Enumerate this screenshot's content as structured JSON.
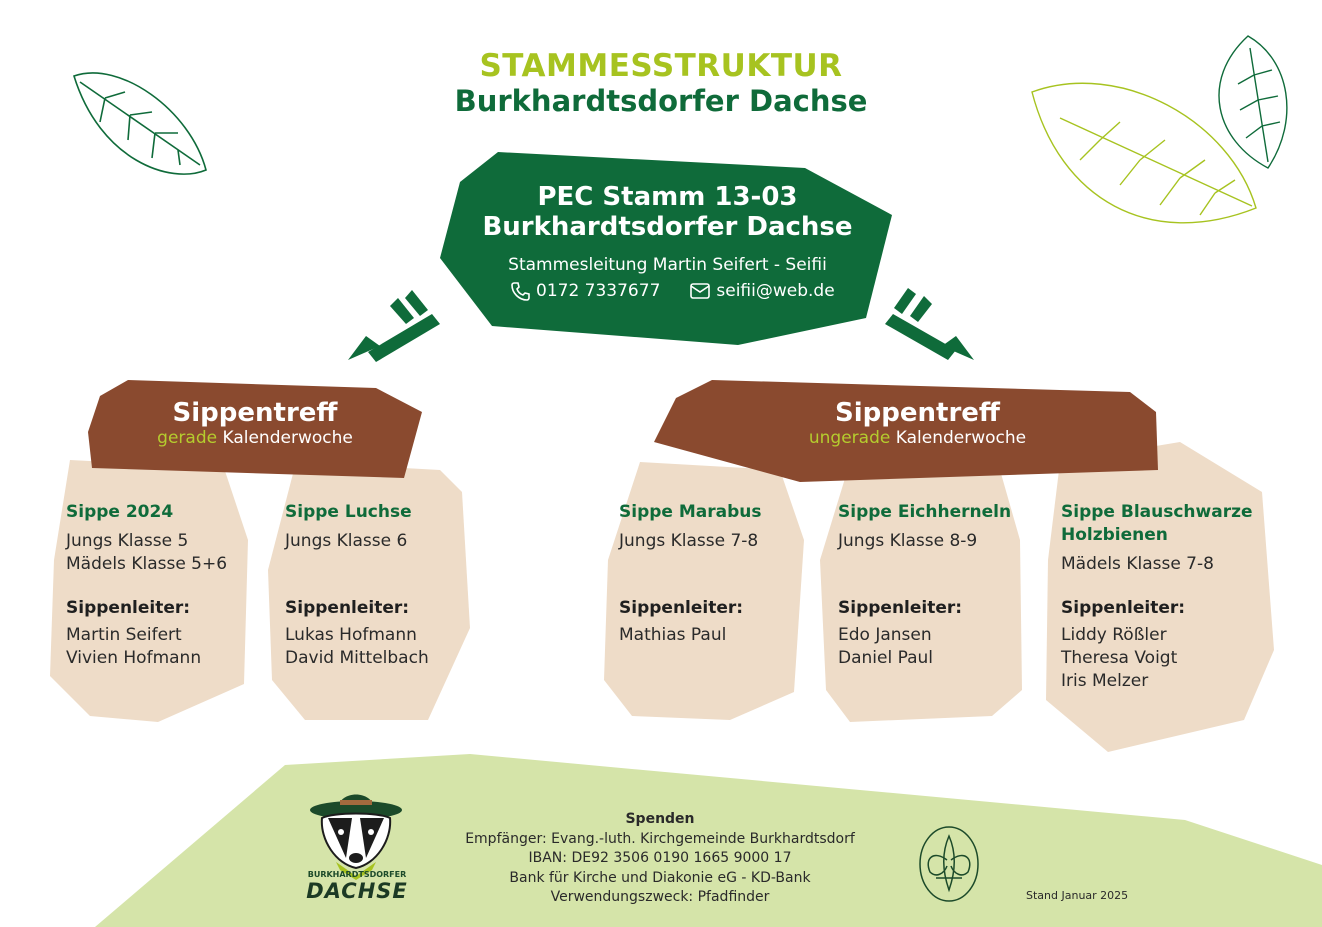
{
  "header": {
    "title": "STAMMESSTRUKTUR",
    "subtitle": "Burkhardtsdorfer Dachse"
  },
  "stamm": {
    "title_line1": "PEC Stamm 13-03",
    "title_line2": "Burkhardtsdorfer Dachse",
    "leader": "Stammesleitung Martin Seifert - Seifii",
    "phone": "0172 7337677",
    "email": "seifii@web.de"
  },
  "groups": [
    {
      "title": "Sippentreff",
      "week_highlight": "gerade",
      "week_rest": " Kalenderwoche"
    },
    {
      "title": "Sippentreff",
      "week_highlight": "ungerade",
      "week_rest": " Kalenderwoche"
    }
  ],
  "sippen": [
    {
      "name": "Sippe 2024",
      "members": [
        "Jungs Klasse 5",
        "Mädels Klasse 5+6"
      ],
      "leaders_label": "Sippenleiter:",
      "leaders": [
        "Martin Seifert",
        "Vivien Hofmann"
      ]
    },
    {
      "name": "Sippe Luchse",
      "members": [
        "Jungs Klasse 6"
      ],
      "leaders_label": "Sippenleiter:",
      "leaders": [
        "Lukas Hofmann",
        "David Mittelbach"
      ]
    },
    {
      "name": "Sippe Marabus",
      "members": [
        "Jungs Klasse 7-8"
      ],
      "leaders_label": "Sippenleiter:",
      "leaders": [
        "Mathias Paul"
      ]
    },
    {
      "name": "Sippe Eichherneln",
      "members": [
        "Jungs Klasse 8-9"
      ],
      "leaders_label": "Sippenleiter:",
      "leaders": [
        "Edo Jansen",
        "Daniel Paul"
      ]
    },
    {
      "name": "Sippe Blauschwarze Holzbienen",
      "members": [
        "Mädels Klasse 7-8"
      ],
      "leaders_label": "Sippenleiter:",
      "leaders": [
        "Liddy Rößler",
        "Theresa Voigt",
        "Iris Melzer"
      ]
    }
  ],
  "footer": {
    "heading": "Spenden",
    "lines": [
      "Empfänger: Evang.-luth. Kirchgemeinde Burkhardtsdorf",
      "IBAN: DE92 3506 0190 1665 9000 17",
      "Bank für Kirche und Diakonie eG - KD-Bank",
      "Verwendungszweck: Pfadfinder"
    ],
    "stand": "Stand Januar 2025",
    "logo_top": "BURKHARDTSDORFER",
    "logo_main": "DACHSE"
  },
  "colors": {
    "dark_green": "#0f6b3a",
    "lime": "#a7c320",
    "brown": "#8a4a2f",
    "beige": "#eedcc8",
    "pale_green": "#d5e4a9"
  },
  "icons": [
    "leaf-left-icon",
    "leaf-right-icon",
    "phone-icon",
    "mail-icon",
    "arrow-left-icon",
    "arrow-right-icon",
    "badger-logo-icon",
    "lily-emblem-icon"
  ]
}
